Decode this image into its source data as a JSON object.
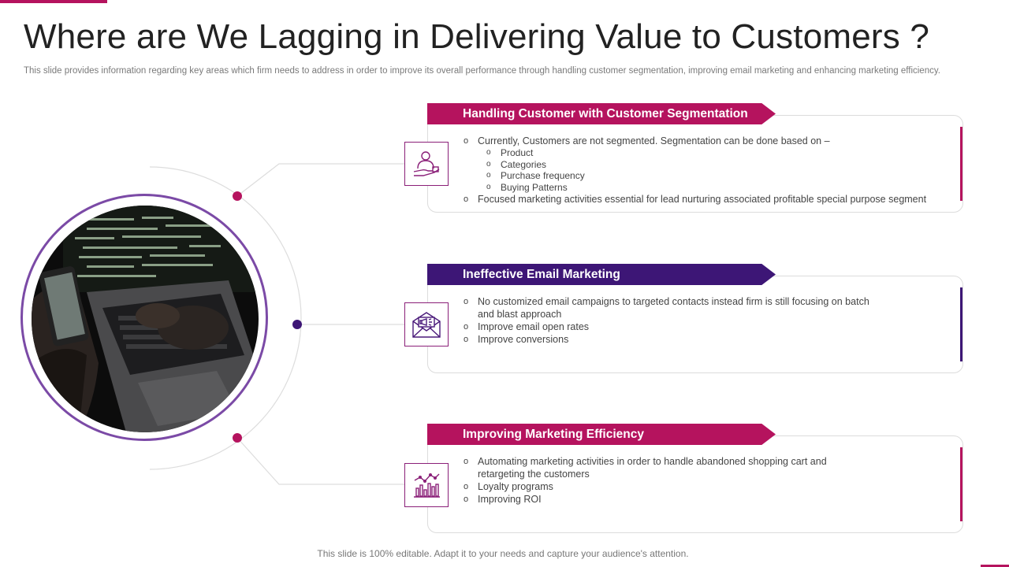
{
  "header": {
    "title": "Where are We Lagging in Delivering Value to Customers ?",
    "subtitle": "This slide provides information regarding key areas which firm needs to address in order to improve its overall performance through handling customer segmentation, improving email marketing and enhancing marketing efficiency."
  },
  "colors": {
    "magenta": "#b5135e",
    "purple": "#3d1676",
    "ring": "#7b4aa6"
  },
  "sections": [
    {
      "heading": "Handling Customer with Customer Segmentation",
      "icon": "customer-hand-icon",
      "bullet_1": "Currently,  Customers are not segmented. Segmentation can be done based on –",
      "sub_items": [
        "Product",
        "Categories",
        "Purchase frequency",
        "Buying Patterns"
      ],
      "bullet_2": "Focused  marketing  activities  essential  for  lead  nurturing  associated  profitable  special  purpose  segment"
    },
    {
      "heading": "Ineffective  Email Marketing",
      "icon": "email-megaphone-icon",
      "bullets": [
        "No  customized email  campaigns to targeted  contacts  instead firm  is still focusing on batch",
        "and  blast approach",
        "Improve   email  open  rates",
        "Improve   conversions"
      ]
    },
    {
      "heading": "Improving Marketing Efficiency",
      "icon": "growth-chart-icon",
      "bullets": [
        "Automating  marketing  activities  in order to  handle  abandoned   shopping  cart and",
        "retargeting  the customers",
        "Loyalty  programs",
        "Improving   ROI"
      ]
    }
  ],
  "footer": "This slide is 100% editable. Adapt it to your needs and capture your audience's attention."
}
